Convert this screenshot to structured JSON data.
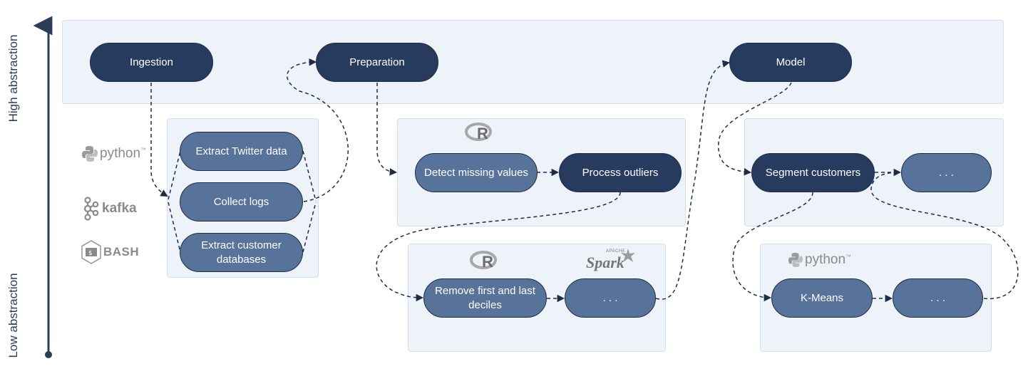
{
  "axis": {
    "high_label": "High abstraction",
    "low_label": "Low abstraction"
  },
  "stages": {
    "ingestion": "Ingestion",
    "preparation": "Preparation",
    "model": "Model"
  },
  "ingestion_tasks": {
    "twitter": "Extract Twitter data",
    "logs": "Collect logs",
    "customer_db": "Extract customer databases"
  },
  "preparation_tasks": {
    "missing": "Detect missing values",
    "outliers": "Process outliers",
    "deciles": "Remove first and last deciles",
    "more": ". . ."
  },
  "model_tasks": {
    "segment": "Segment customers",
    "more_top": ". . .",
    "kmeans": "K-Means",
    "more_bottom": ". . ."
  },
  "logos": {
    "python": "python",
    "kafka": "kafka",
    "bash": "BASH",
    "r": "R",
    "spark": "Spark",
    "apache": "APACHE"
  },
  "colors": {
    "dark_node": "#263b5e",
    "light_node": "#587399",
    "panel": "#eef3fa",
    "axis": "#2b3d58"
  }
}
